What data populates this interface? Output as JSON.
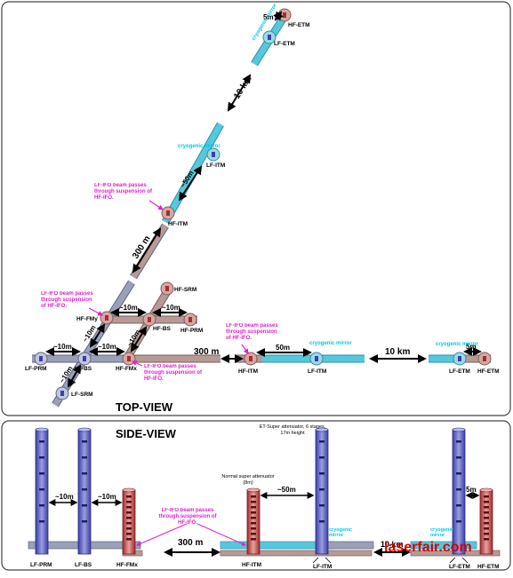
{
  "panels": {
    "top_title": "TOP-VIEW",
    "side_title": "SIDE-VIEW"
  },
  "colors": {
    "hf_tube": "#b79a96",
    "hf_tube_edge": "#7a5e5a",
    "lf_tube": "#9aa0b8",
    "lf_tube_edge": "#5f6480",
    "cryo_tube": "#56c8dd",
    "magenta": "#e020c8",
    "cyan": "#00c8e8",
    "red_mirror": "#d06060",
    "blue_mirror": "#6070d8",
    "panel_border": "#444444",
    "watermark": "#d80000"
  },
  "top": {
    "labels": {
      "hf_etm_top": "HF-ETM",
      "lf_etm_top": "LF-ETM",
      "cryo_top": "cryogenic mirror",
      "five_m_top": "5m",
      "ten_km_diag": "10 km",
      "cryo_mid": "cryogenic mirror",
      "lf_itm_diag": "LF-ITM",
      "fifty_m_diag": "~50m",
      "note_diag": "LF-IFO beam passes through suspension of HF-IFO.",
      "hf_itm_diag": "HF-ITM",
      "three_hundred_diag": "300 m",
      "hf_srm": "HF-SRM",
      "note_left": "LF-IFO beam passes through suspension of HF-IFO.",
      "hf_fmy": "HF-FMy",
      "ten_m_1": "~10m",
      "ten_m_2": "~10m",
      "hf_bs": "HF-BS",
      "hf_prm": "HF-PRM",
      "ten_m_3": "~10m",
      "ten_m_4": "~10m",
      "ten_m_5": "~10m",
      "ten_m_6": "~10m",
      "lf_prm": "LF-PRM",
      "lf_bs": "LF-BS",
      "hf_fmx": "HF-FMx",
      "lf_srm": "LF-SRM",
      "note_right_lower": "LF-IFO beam passes through suspension of HF-IFO.",
      "three_hundred_h": "300 m",
      "note_h": "LF-IFO beam passes through suspension of HF-IFO.",
      "fifty_m_h": "50m",
      "cryo_h1": "cryogenic mirror",
      "hf_itm_h": "HF-ITM",
      "lf_itm_h": "LF-ITM",
      "ten_km_h": "10 km",
      "cryo_h2": "cryogenic mirror",
      "five_m_h": "5m",
      "lf_etm_h": "LF-ETM",
      "hf_etm_h": "HF-ETM"
    }
  },
  "side": {
    "labels": {
      "et_super": "ET-Super attenuator, 6 stages, 17m height",
      "normal_super": "Normal super attenuator (8m)",
      "ten_m_a": "~10m",
      "ten_m_b": "~10m",
      "fifty_m": "~50m",
      "five_m": "5m",
      "note": "LF-IFO beam passes through suspension of HF-IFO.",
      "three_hundred": "300 m",
      "ten_km": "10 km",
      "cryo_a": "cryogenic mirror",
      "cryo_b": "cryogenic mirror",
      "lf_prm": "LF-PRM",
      "lf_bs": "LF-BS",
      "hf_fmx": "HF-FMx",
      "hf_itm": "HF-ITM",
      "lf_itm": "LF-ITM",
      "lf_etm": "LF-ETM",
      "hf_etm": "HF-ETM"
    }
  },
  "watermark": "laserfair.com"
}
